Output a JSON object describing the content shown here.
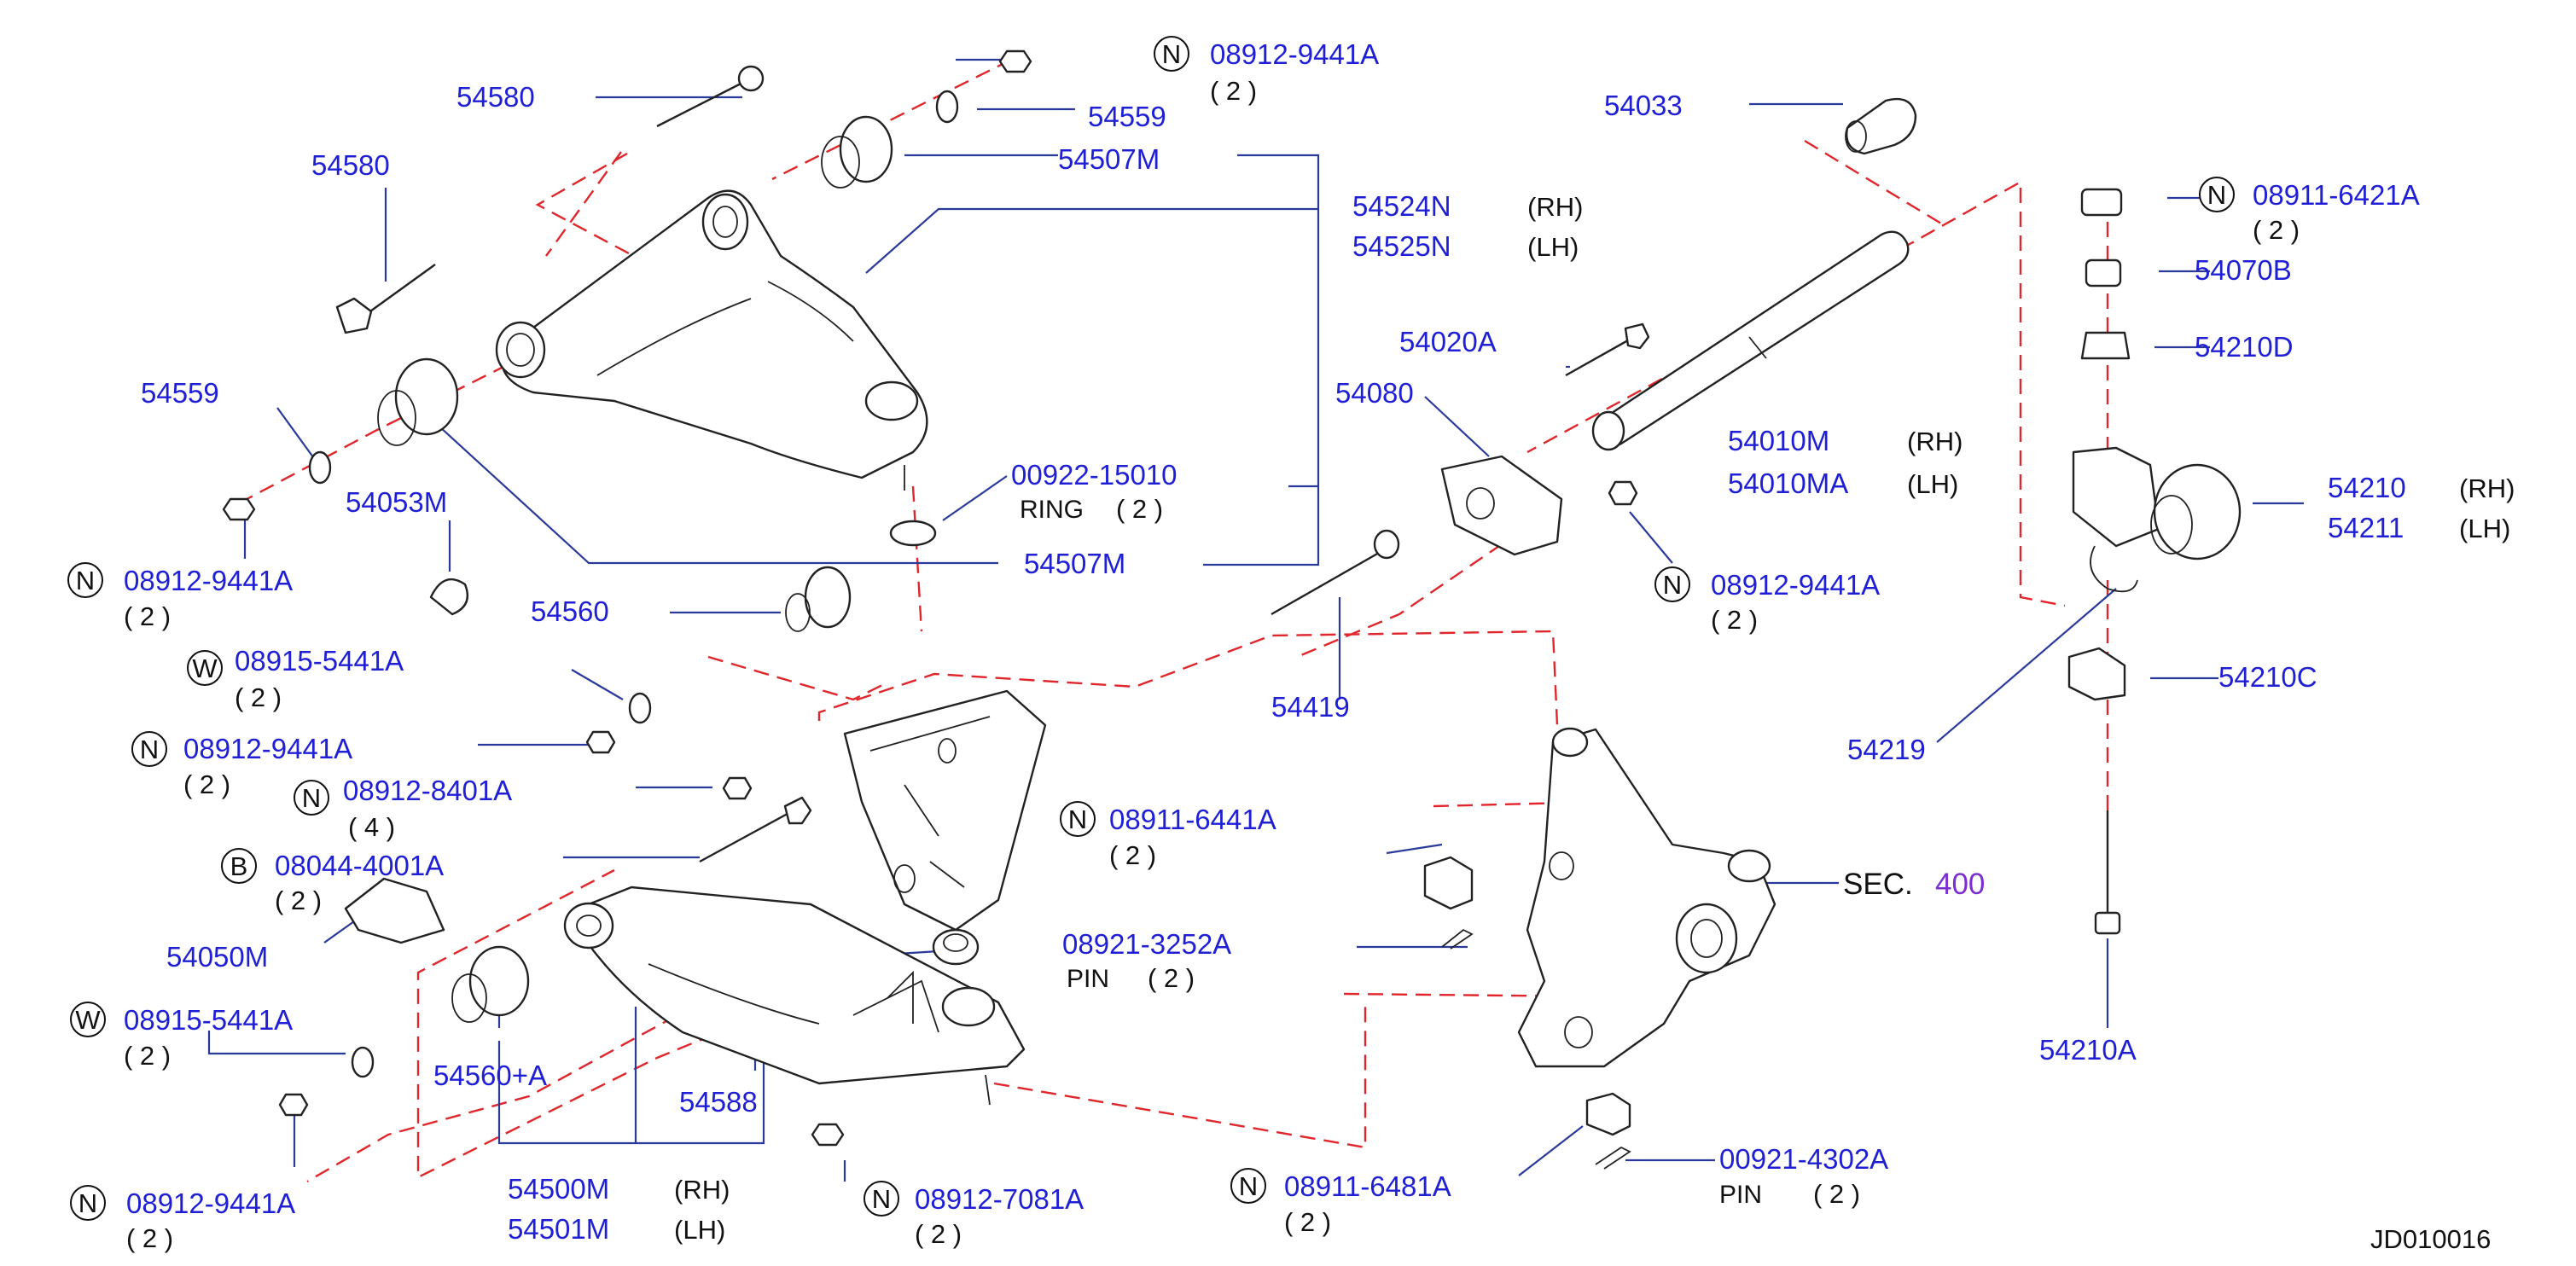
{
  "diagram_id": "JD010016",
  "section_ref": {
    "label": "SEC.",
    "number": "400"
  },
  "labels": [
    {
      "key": "l1",
      "part": "54580"
    },
    {
      "key": "l2",
      "part": "54580"
    },
    {
      "key": "l3",
      "code": "N",
      "part": "08912-9441A",
      "qty": "( 2 )"
    },
    {
      "key": "l4",
      "part": "54559"
    },
    {
      "key": "l5",
      "part": "54559"
    },
    {
      "key": "l6",
      "part": "54507M"
    },
    {
      "key": "l7",
      "part": "54524N",
      "side": "(RH)"
    },
    {
      "key": "l8",
      "part": "54525N",
      "side": "(LH)"
    },
    {
      "key": "l9",
      "part": "54053M"
    },
    {
      "key": "l10",
      "code": "N",
      "part": "08912-9441A",
      "qty": "( 2 )"
    },
    {
      "key": "l11",
      "part": "00922-15010",
      "note": "RING",
      "qty": "( 2 )"
    },
    {
      "key": "l12",
      "part": "54507M"
    },
    {
      "key": "l13",
      "part": "54560"
    },
    {
      "key": "l14",
      "code": "W",
      "part": "08915-5441A",
      "qty": "( 2 )"
    },
    {
      "key": "l15",
      "code": "N",
      "part": "08912-9441A",
      "qty": "( 2 )"
    },
    {
      "key": "l16",
      "code": "N",
      "part": "08912-8401A",
      "qty": "( 4 )"
    },
    {
      "key": "l17",
      "code": "B",
      "part": "08044-4001A",
      "qty": "( 2 )"
    },
    {
      "key": "l18",
      "part": "54050M"
    },
    {
      "key": "l19",
      "code": "W",
      "part": "08915-5441A",
      "qty": "( 2 )"
    },
    {
      "key": "l20",
      "part": "54560+A"
    },
    {
      "key": "l21",
      "part": "54588"
    },
    {
      "key": "l22",
      "code": "N",
      "part": "08912-9441A",
      "qty": "( 2 )"
    },
    {
      "key": "l23",
      "part": "54500M",
      "side": "(RH)"
    },
    {
      "key": "l24",
      "part": "54501M",
      "side": "(LH)"
    },
    {
      "key": "l25",
      "code": "N",
      "part": "08912-7081A",
      "qty": "( 2 )"
    },
    {
      "key": "l26",
      "code": "N",
      "part": "08911-6441A",
      "qty": "( 2 )"
    },
    {
      "key": "l27",
      "part": "08921-3252A",
      "note": "PIN",
      "qty": "( 2 )"
    },
    {
      "key": "l28",
      "code": "N",
      "part": "08911-6481A",
      "qty": "( 2 )"
    },
    {
      "key": "l29",
      "part": "00921-4302A",
      "note": "PIN",
      "qty": "( 2 )"
    },
    {
      "key": "l30",
      "part": "54033"
    },
    {
      "key": "l31",
      "part": "54020A"
    },
    {
      "key": "l32",
      "part": "54080"
    },
    {
      "key": "l33",
      "part": "54010M",
      "side": "(RH)"
    },
    {
      "key": "l34",
      "part": "54010MA",
      "side": "(LH)"
    },
    {
      "key": "l35",
      "code": "N",
      "part": "08912-9441A",
      "qty": "( 2 )"
    },
    {
      "key": "l36",
      "part": "54419"
    },
    {
      "key": "l37",
      "code": "N",
      "part": "08911-6421A",
      "qty": "( 2 )"
    },
    {
      "key": "l38",
      "part": "54070B"
    },
    {
      "key": "l39",
      "part": "54210D"
    },
    {
      "key": "l40",
      "part": "54210",
      "side": "(RH)"
    },
    {
      "key": "l41",
      "part": "54211",
      "side": "(LH)"
    },
    {
      "key": "l42",
      "part": "54210C"
    },
    {
      "key": "l43",
      "part": "54219"
    },
    {
      "key": "l44",
      "part": "54210A"
    }
  ]
}
